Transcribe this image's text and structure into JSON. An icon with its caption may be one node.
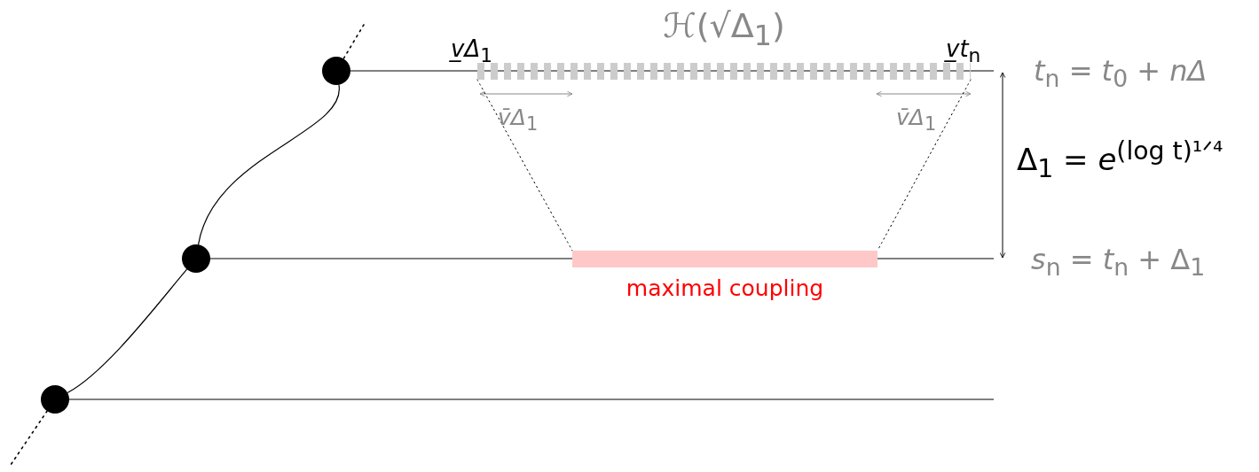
{
  "diagram": {
    "nodes": [
      {
        "text": [],
        "shape": "circle"
      },
      {
        "text": [
          "ℋ(√Δ$_{1}$)"
        ]
      },
      {
        "text": [],
        "shape": "circle"
      },
      {
        "text": [
          "maximal coupling"
        ]
      },
      {
        "text": [],
        "shape": "circle"
      }
    ],
    "edges": [
      {
        "from": 0,
        "to": 2,
        "arrow": "none"
      },
      {
        "from": 2,
        "to": 4,
        "arrow": "none"
      },
      {
        "from": null,
        "to": 0,
        "arrow": "none",
        "style": "dashed"
      },
      {
        "from": 4,
        "to": null,
        "arrow": "none",
        "style": "dashed"
      },
      {
        "from": 1,
        "to": 3,
        "arrow": "none",
        "style": "dashed"
      },
      {
        "from": 1,
        "to": 3,
        "arrow": "none",
        "style": "dashed"
      }
    ],
    "labels": [
      "*v̲Δ*$_{1}$",
      "*v̲t*$_{n}$",
      "*t*$_{n}$ = *t*$_{0}$ + *nΔ*",
      "*v̄Δ*$_{1}$",
      "*v̄Δ*$_{1}$",
      "Δ$_{1}$ = *e*$^{(log t)¹ᐟ⁴}$",
      "*s*$_{n}$ = *t*$_{n}$ + Δ$_{1}$"
    ]
  }
}
